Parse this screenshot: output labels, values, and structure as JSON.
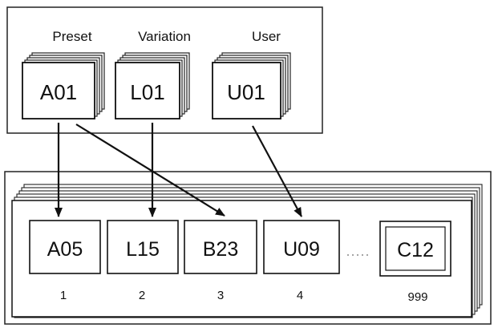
{
  "sources": [
    {
      "header": "Preset",
      "code": "A01"
    },
    {
      "header": "Variation",
      "code": "L01"
    },
    {
      "header": "User",
      "code": "U01"
    }
  ],
  "slots": [
    {
      "code": "A05",
      "number": "1"
    },
    {
      "code": "L15",
      "number": "2"
    },
    {
      "code": "B23",
      "number": "3"
    },
    {
      "code": "U09",
      "number": "4"
    },
    {
      "code": "C12",
      "number": "999"
    }
  ]
}
